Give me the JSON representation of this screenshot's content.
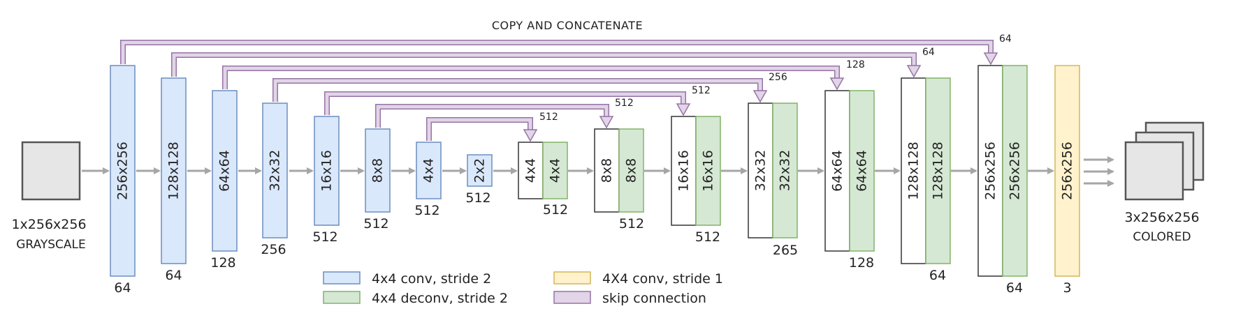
{
  "title": "COPY AND CONCATENATE",
  "colors": {
    "conv": "#dae8fc",
    "conv_stroke": "#6c8ebf",
    "deconv": "#d5e8d4",
    "deconv_stroke": "#82b366",
    "conv1": "#fff2cc",
    "conv1_stroke": "#d6b656",
    "skip": "#e1d5e7",
    "skip_stroke": "#9673a6",
    "arrow": "#a6a6a6"
  },
  "input": {
    "label1": "1x256x256",
    "label2": "GRAYSCALE"
  },
  "output": {
    "label1": "3x256x256",
    "label2": "COLORED"
  },
  "encoder": [
    {
      "size": "256x256",
      "channels": "64"
    },
    {
      "size": "128x128",
      "channels": "64"
    },
    {
      "size": "64x64",
      "channels": "128"
    },
    {
      "size": "32x32",
      "channels": "256"
    },
    {
      "size": "16x16",
      "channels": "512"
    },
    {
      "size": "8x8",
      "channels": "512"
    },
    {
      "size": "4x4",
      "channels": "512"
    },
    {
      "size": "2x2",
      "channels": "512"
    }
  ],
  "decoder": [
    {
      "size_a": "4x4",
      "size_b": "4x4",
      "channels": "512"
    },
    {
      "size_a": "8x8",
      "size_b": "8x8",
      "channels": "512"
    },
    {
      "size_a": "16x16",
      "size_b": "16x16",
      "channels": "512"
    },
    {
      "size_a": "32x32",
      "size_b": "32x32",
      "channels": "265"
    },
    {
      "size_a": "64x64",
      "size_b": "64x64",
      "channels": "128"
    },
    {
      "size_a": "128x128",
      "size_b": "128x128",
      "channels": "64"
    },
    {
      "size_a": "256x256",
      "size_b": "256x256",
      "channels": "64"
    }
  ],
  "final": {
    "size": "256x256",
    "channels": "3"
  },
  "skip_labels": [
    "512",
    "512",
    "512",
    "256",
    "128",
    "64",
    "64"
  ],
  "legend": {
    "conv": "4x4 conv, stride 2",
    "deconv": "4x4 deconv, stride 2",
    "conv1": "4X4 conv, stride 1",
    "skip": "skip connection"
  }
}
